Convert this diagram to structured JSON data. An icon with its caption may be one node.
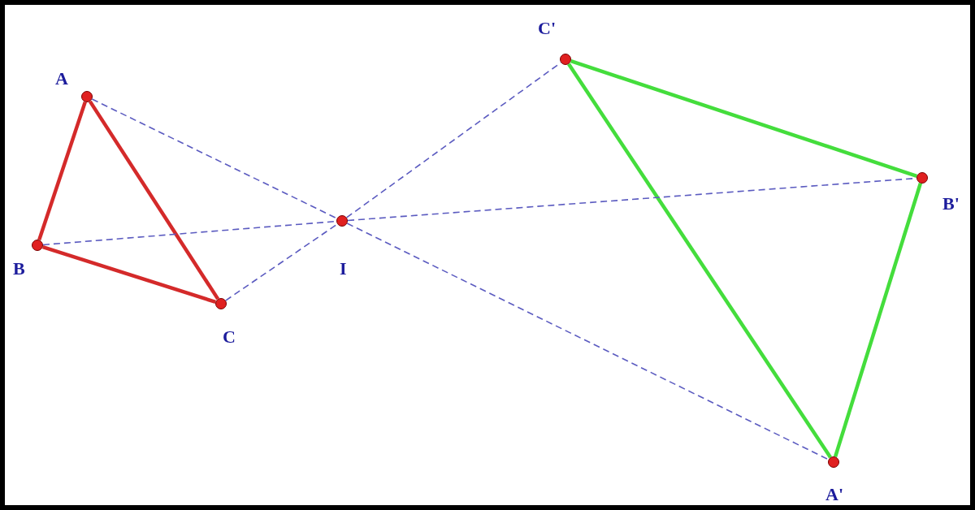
{
  "diagram": {
    "nodes": [
      {
        "text": [],
        "shape": "circle",
        "beside": [
          "A"
        ]
      },
      {
        "text": [],
        "shape": "circle",
        "beside": [
          "B"
        ]
      },
      {
        "text": [],
        "shape": "circle",
        "beside": [
          "C"
        ]
      },
      {
        "text": [],
        "shape": "circle",
        "beside": [
          "I"
        ]
      },
      {
        "text": [],
        "shape": "circle",
        "beside": [
          "C'"
        ]
      },
      {
        "text": [],
        "shape": "circle",
        "beside": [
          "B'"
        ]
      },
      {
        "text": [],
        "shape": "circle",
        "beside": [
          "A'"
        ]
      }
    ],
    "edges": [
      {
        "from": 0,
        "to": 1,
        "arrow": "none",
        "style": "thick",
        "color": "#d42a2a"
      },
      {
        "from": 1,
        "to": 2,
        "arrow": "none",
        "style": "thick",
        "color": "#d42a2a"
      },
      {
        "from": 2,
        "to": 0,
        "arrow": "none",
        "style": "thick",
        "color": "#d42a2a"
      },
      {
        "from": 4,
        "to": 5,
        "arrow": "none",
        "style": "thick",
        "color": "#44dd3c"
      },
      {
        "from": 5,
        "to": 6,
        "arrow": "none",
        "style": "thick",
        "color": "#44dd3c"
      },
      {
        "from": 6,
        "to": 4,
        "arrow": "none",
        "style": "thick",
        "color": "#44dd3c"
      },
      {
        "from": 0,
        "to": 3,
        "arrow": "none",
        "style": "dashed"
      },
      {
        "from": 3,
        "to": 6,
        "arrow": "none",
        "style": "dashed"
      },
      {
        "from": 1,
        "to": 3,
        "arrow": "none",
        "style": "dashed"
      },
      {
        "from": 3,
        "to": 5,
        "arrow": "none",
        "style": "dashed"
      },
      {
        "from": 2,
        "to": 3,
        "arrow": "none",
        "style": "dashed"
      },
      {
        "from": 3,
        "to": 4,
        "arrow": "none",
        "style": "dashed"
      }
    ]
  }
}
